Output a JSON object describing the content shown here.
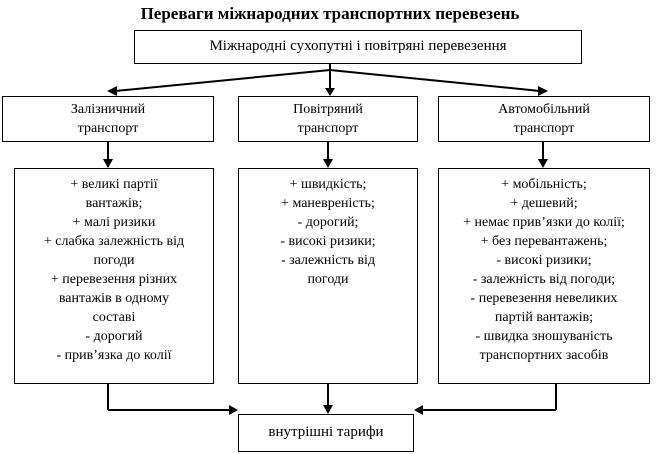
{
  "title": "Переваги міжнародних транспортних перевезень",
  "root": "Міжнародні сухопутні і повітряні перевезення",
  "modes": [
    {
      "name_lines": [
        "Залізничний",
        "транспорт"
      ],
      "features": [
        "+  великі партії",
        "вантажів;",
        "+  малі ризики",
        "+  слабка залежність від",
        "погоди",
        "+ перевезення різних",
        "вантажів в одному",
        "составі",
        "-  дорогий",
        "-  прив’язка до колії"
      ]
    },
    {
      "name_lines": [
        "Повітряний",
        "транспорт"
      ],
      "features": [
        "+  швидкість;",
        "+  маневреність;",
        "-  дорогий;",
        "- високі ризики;",
        "- залежність від",
        "погоди"
      ]
    },
    {
      "name_lines": [
        "Автомобільний",
        "транспорт"
      ],
      "features": [
        "+  мобільність;",
        "+  дешевий;",
        "+  немає прив’язки до колії;",
        "+  без перевантажень;",
        "-  високі ризики;",
        "-  залежність від погоди;",
        "-  перевезення невеликих",
        "партій вантажів;",
        "-  швидка зношуваність",
        "транспортних засобів"
      ]
    }
  ],
  "result": "внутрішні тарифи"
}
